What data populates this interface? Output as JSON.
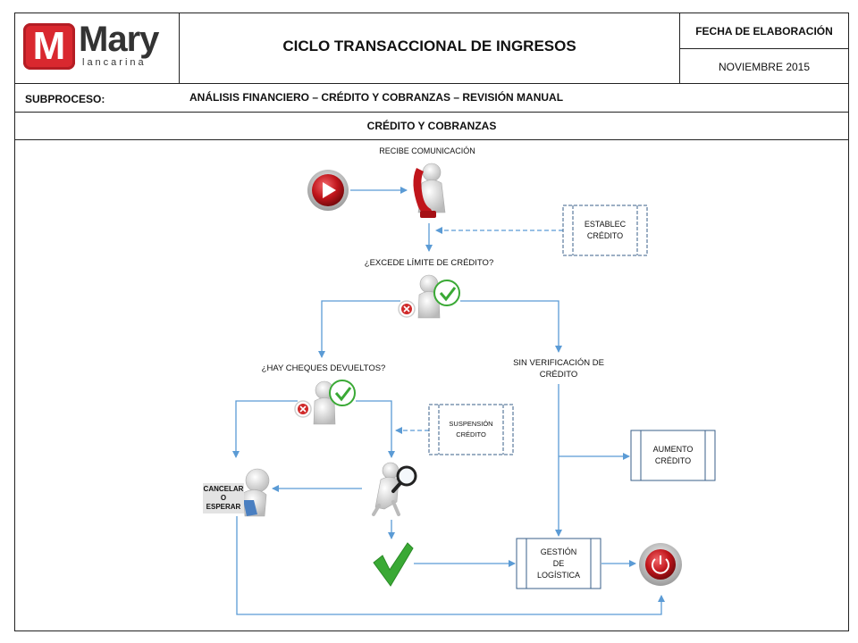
{
  "header": {
    "logo": {
      "letter": "M",
      "word": "Mary",
      "sub": "lancarina"
    },
    "title": "CICLO TRANSACCIONAL  DE INGRESOS",
    "date_label": "FECHA DE ELABORACIÓN",
    "date_value": "NOVIEMBRE 2015"
  },
  "subprocess": {
    "label": "SUBPROCESO:",
    "value": "ANÁLISIS FINANCIERO – CRÉDITO Y COBRANZAS  – REVISIÓN MANUAL"
  },
  "section_title": "CRÉDITO Y COBRANZAS",
  "flow": {
    "step_receive": "RECIBE COMUNICACIÓN",
    "box_establish": [
      "ESTABLEC",
      "CRÉDITO"
    ],
    "decision_limit": "¿EXCEDE LÍMITE DE CRÉDITO?",
    "decision_cheques": "¿HAY CHEQUES DEVUELTOS?",
    "no_verification": [
      "SIN VERIFICACIÓN DE",
      "CRÉDITO"
    ],
    "box_suspension": [
      "SUSPENSIÓN",
      "CRÉDITO"
    ],
    "box_increase": [
      "AUMENTO",
      "CRÉDITO"
    ],
    "cancel_wait": [
      "CANCELAR",
      "O  ESPERAR"
    ],
    "box_logistics": [
      "GESTIÓN",
      "DE",
      "LOGÍSTICA"
    ]
  },
  "colors": {
    "arrow": "#5b9bd5",
    "logo_red": "#d9282f",
    "play_red": "#c0151b",
    "check_green": "#3aa935",
    "cross_red": "#d02a2a"
  },
  "icons": [
    "play-button-icon",
    "phone-person-icon",
    "decision-person-icon",
    "magnifier-person-icon",
    "thinking-person-icon",
    "green-check-icon",
    "power-button-icon"
  ]
}
